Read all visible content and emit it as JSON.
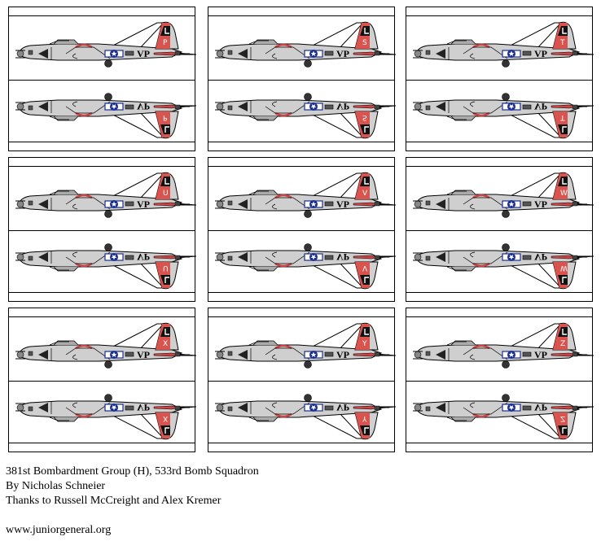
{
  "sheet": {
    "squadron_code": "VP",
    "squadron_code_mirrored": "ΛЬ",
    "colors": {
      "tail_red": "#d9534f",
      "fuselage": "#c8c8c8",
      "insignia_blue": "#1a2f8f",
      "outline": "#000000"
    },
    "cards": [
      {
        "letter": "P",
        "letter_mirrored": "d"
      },
      {
        "letter": "S",
        "letter_mirrored": "S"
      },
      {
        "letter": "T",
        "letter_mirrored": "⊥"
      },
      {
        "letter": "U",
        "letter_mirrored": "∩"
      },
      {
        "letter": "V",
        "letter_mirrored": "Λ"
      },
      {
        "letter": "W",
        "letter_mirrored": "M"
      },
      {
        "letter": "X",
        "letter_mirrored": "X"
      },
      {
        "letter": "Y",
        "letter_mirrored": "⅄"
      },
      {
        "letter": "Z",
        "letter_mirrored": "Z"
      }
    ]
  },
  "caption": {
    "line1": "381st Bombardment Group (H), 533rd Bomb Squadron",
    "line2": "By Nicholas Schneier",
    "line3": "Thanks to Russell McCreight and Alex Kremer",
    "website": "www.juniorgeneral.org"
  }
}
